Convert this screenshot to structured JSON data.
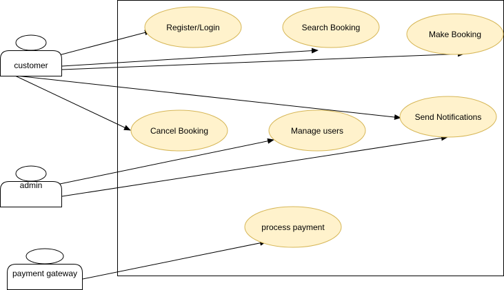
{
  "actors": {
    "customer": {
      "label": "customer",
      "icon": "user-icon"
    },
    "admin": {
      "label": "admin",
      "icon": "user-icon"
    },
    "payment_gateway": {
      "label": "payment gateway",
      "icon": "user-icon"
    }
  },
  "use_cases": {
    "register_login": {
      "label": "Register/Login"
    },
    "search_booking": {
      "label": "Search Booking"
    },
    "make_booking": {
      "label": "Make Booking"
    },
    "cancel_booking": {
      "label": "Cancel Booking"
    },
    "manage_users": {
      "label": "Manage users"
    },
    "send_notifications": {
      "label": "Send Notifications"
    },
    "process_payment": {
      "label": "process payment"
    }
  },
  "associations": [
    {
      "from": "customer",
      "to": "register_login"
    },
    {
      "from": "customer",
      "to": "search_booking"
    },
    {
      "from": "customer",
      "to": "make_booking"
    },
    {
      "from": "customer",
      "to": "cancel_booking"
    },
    {
      "from": "customer",
      "to": "send_notifications"
    },
    {
      "from": "admin",
      "to": "manage_users"
    },
    {
      "from": "admin",
      "to": "send_notifications"
    },
    {
      "from": "payment_gateway",
      "to": "process_payment"
    }
  ],
  "colors": {
    "use_case_fill": "#fff2cc",
    "use_case_stroke": "#d6b656",
    "line": "#000000",
    "background": "#ffffff"
  }
}
